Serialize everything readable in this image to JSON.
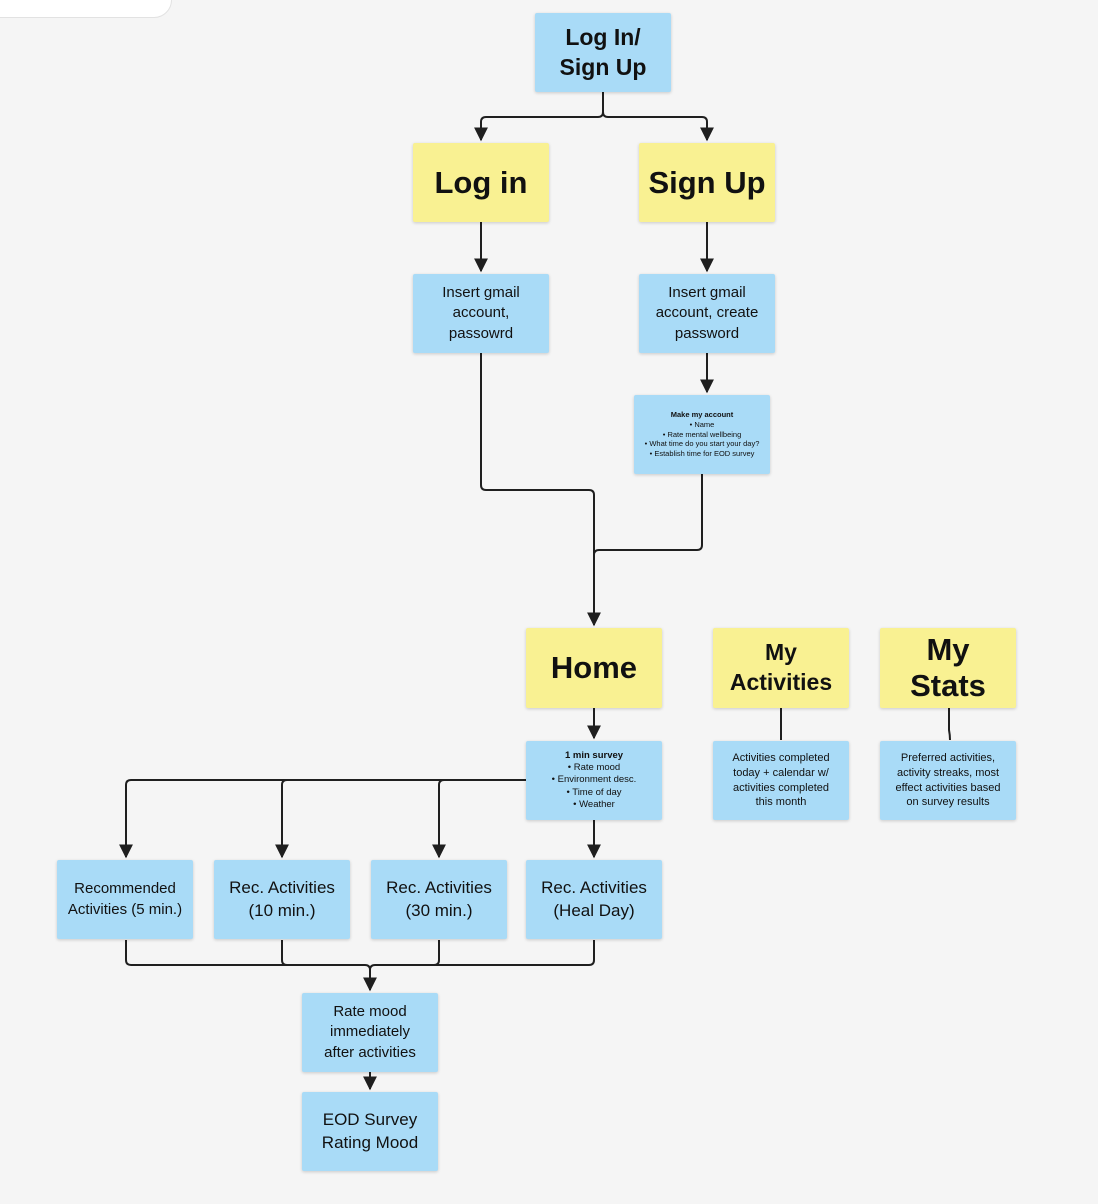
{
  "diagram": {
    "login_signup": {
      "line1": "Log In/",
      "line2": "Sign Up"
    },
    "log_in": "Log in",
    "sign_up": "Sign Up",
    "insert_login": {
      "line1": "Insert gmail",
      "line2": "account,",
      "line3": "passowrd"
    },
    "insert_signup": {
      "line1": "Insert gmail",
      "line2": "account, create",
      "line3": "password"
    },
    "make_account": {
      "title": "Make my account",
      "items": [
        "Name",
        "Rate mental wellbeing",
        "What time do you start your day?",
        "Establish time for EOD survey"
      ]
    },
    "home": "Home",
    "my_activities": {
      "line1": "My",
      "line2": "Activities"
    },
    "my_stats": "My Stats",
    "survey": {
      "title": "1 min survey",
      "items": [
        "Rate mood",
        "Environment desc.",
        "Time of day",
        "Weather"
      ]
    },
    "activities_completed": {
      "line1": "Activities completed",
      "line2": "today + calendar w/",
      "line3": "activities completed",
      "line4": "this month"
    },
    "preferred": {
      "line1": "Preferred activities,",
      "line2": "activity streaks, most",
      "line3": "effect activities based",
      "line4": "on survey results"
    },
    "rec_5": {
      "line1": "Recommended",
      "line2": "Activities (5 min.)"
    },
    "rec_10": {
      "line1": "Rec. Activities",
      "line2": "(10 min.)"
    },
    "rec_30": {
      "line1": "Rec. Activities",
      "line2": "(30 min.)"
    },
    "rec_heal": {
      "line1": "Rec. Activities",
      "line2": "(Heal Day)"
    },
    "rate_mood": {
      "line1": "Rate mood",
      "line2": "immediately",
      "line3": "after activities"
    },
    "eod": {
      "line1": "EOD Survey",
      "line2": "Rating Mood"
    }
  },
  "colors": {
    "blue_note": "#a9dbf7",
    "yellow_note": "#f9f192",
    "connector": "#1f1f1f",
    "background": "#f5f5f5"
  }
}
